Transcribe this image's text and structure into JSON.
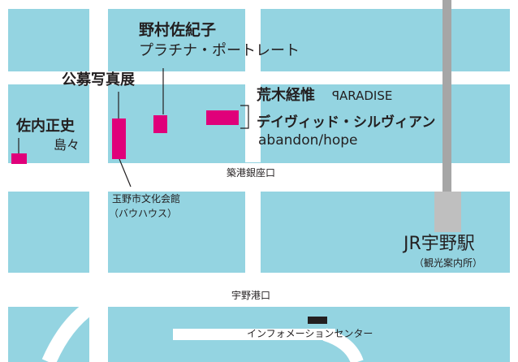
{
  "colors": {
    "water": "#94d4e1",
    "frame": "#ffffff",
    "road": "#ffffff",
    "rail": "#a6a6a6",
    "station_block": "#bfbfbf",
    "venue": "#e0007a",
    "info_center": "#231f20",
    "text": "#231f20"
  },
  "venues": [
    {
      "artist": "野村佐紀子",
      "work": "プラチナ・ポートレート"
    },
    {
      "artist": "公募写真展",
      "work": ""
    },
    {
      "artist": "荒木経惟",
      "work": "ꟼARADISE"
    },
    {
      "artist": "デイヴィッド・シルヴィアン",
      "work": "abandon/hope"
    },
    {
      "artist": "佐内正史",
      "work": "島々"
    }
  ],
  "landmarks": {
    "hall_name": "玉野市文化会館",
    "hall_nickname": "（バウハウス）",
    "station_name": "JR宇野駅",
    "station_note": "（観光案内所）",
    "info_center": "インフォメーションセンター"
  },
  "streets": {
    "chikko": "築港銀座口",
    "unoko": "宇野港口"
  }
}
